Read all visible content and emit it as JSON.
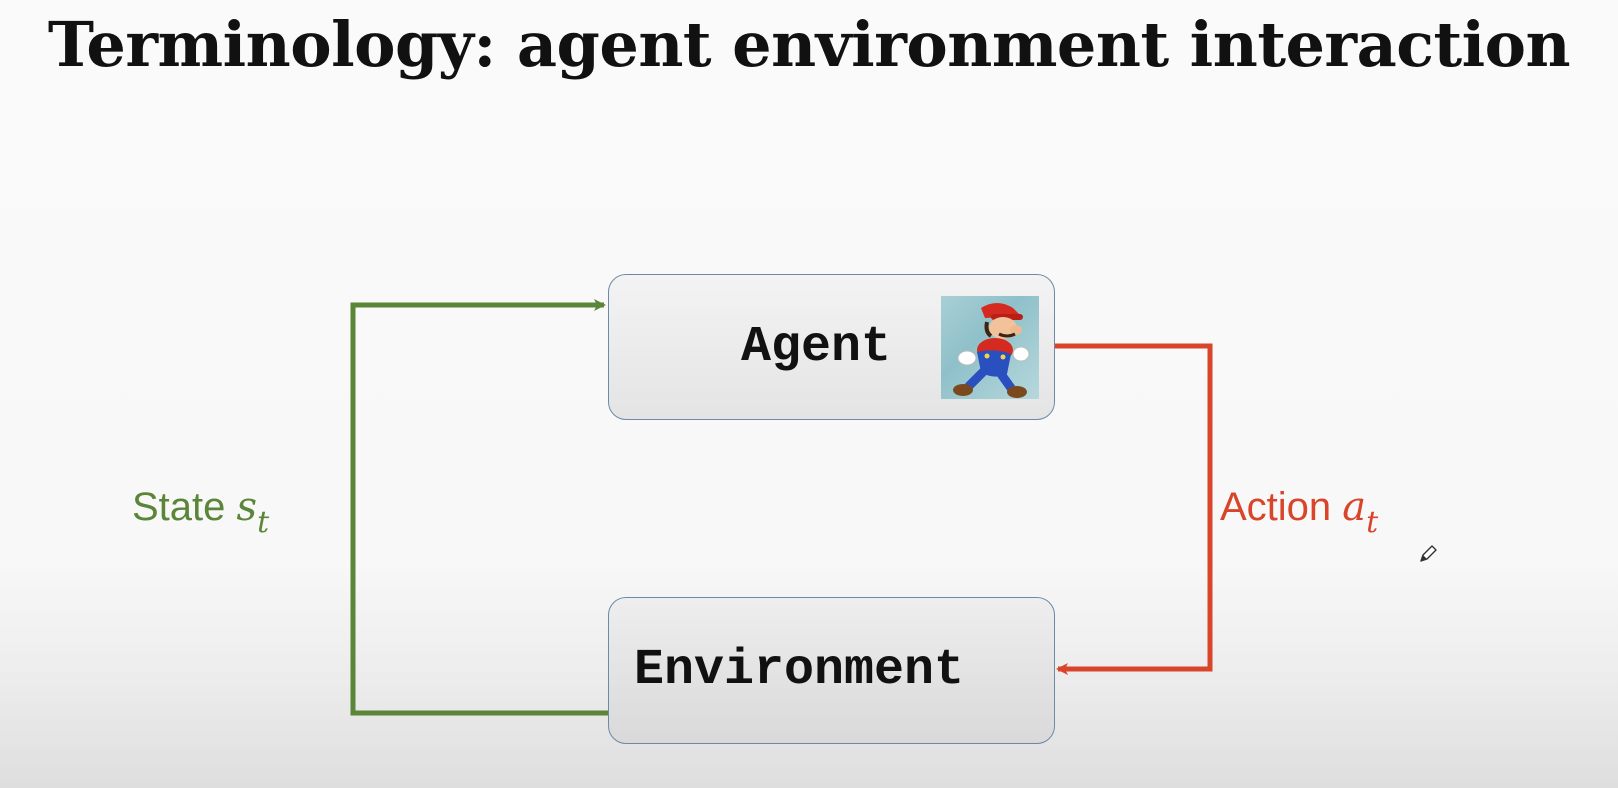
{
  "slide": {
    "title": "Terminology: agent environment interaction"
  },
  "diagram": {
    "agent_label": "Agent",
    "environment_label": "Environment",
    "state": {
      "word": "State",
      "symbol": "s",
      "subscript": "t",
      "color": "#5b8538"
    },
    "action": {
      "word": "Action",
      "symbol": "a",
      "subscript": "t",
      "color": "#d9452a"
    },
    "box_border_color": "#6d89a8",
    "agent_image": "mario-running-icon"
  },
  "cursor": {
    "icon": "pen-cursor-icon"
  }
}
